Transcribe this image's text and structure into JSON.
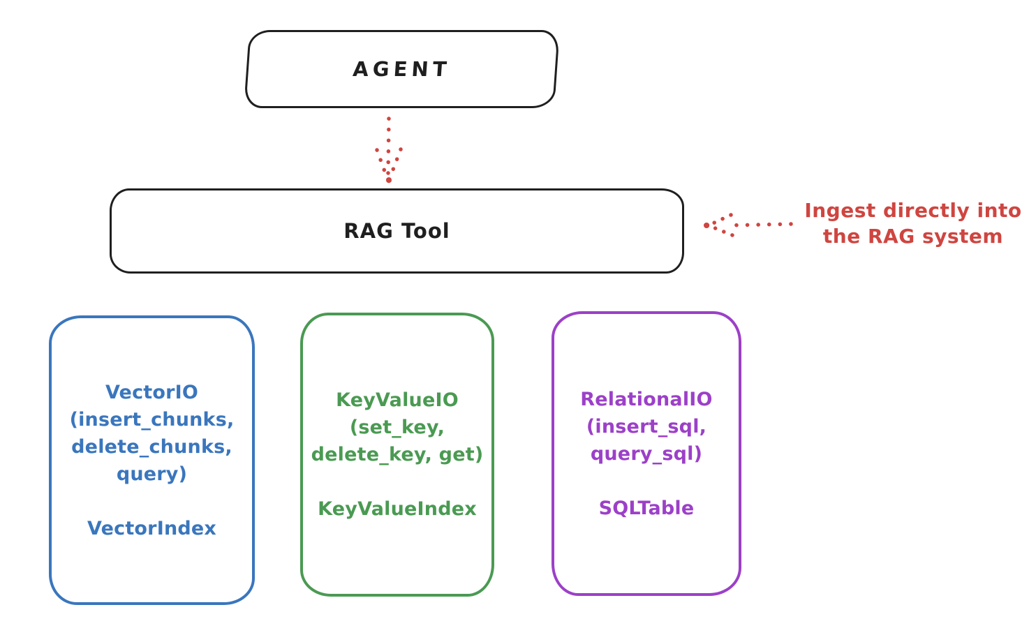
{
  "diagram": {
    "background_color": "#ffffff",
    "stroke_color": "#1f1f1f",
    "accent_red": "#cf4540",
    "nodes": {
      "agent": {
        "label": "AGENT"
      },
      "rag_tool": {
        "label": "RAG Tool"
      }
    },
    "annotation": {
      "line1": "Ingest directly into",
      "line2": "the RAG system",
      "color": "#cf4540"
    },
    "arrows": [
      {
        "name": "agent-to-rag-tool",
        "style": "dotted",
        "color": "#cf4540",
        "direction": "down"
      },
      {
        "name": "annotation-to-rag-tool",
        "style": "dotted",
        "color": "#cf4540",
        "direction": "left"
      }
    ],
    "io_boxes": [
      {
        "id": "vector",
        "color": "#3a76bd",
        "title": "VectorIO",
        "methods_line1": "(insert_chunks,",
        "methods_line2": "delete_chunks,",
        "methods_line3": "query)",
        "index_label": "VectorIndex"
      },
      {
        "id": "keyvalue",
        "color": "#4a9a52",
        "title": "KeyValueIO",
        "methods_line1": "(set_key,",
        "methods_line2": "delete_key, get)",
        "index_label": "KeyValueIndex"
      },
      {
        "id": "relational",
        "color": "#9c40c8",
        "title": "RelationalIO",
        "methods_line1": "(insert_sql,",
        "methods_line2": "query_sql)",
        "index_label": "SQLTable"
      }
    ]
  }
}
